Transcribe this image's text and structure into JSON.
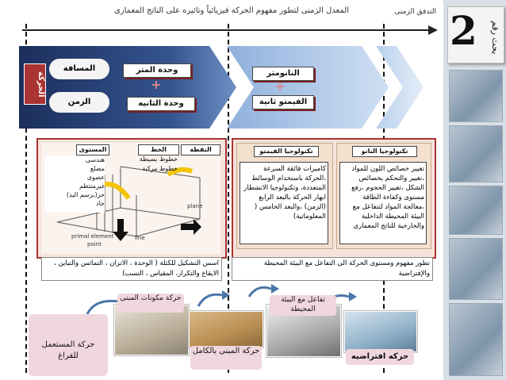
{
  "header": {
    "title": "المعدل الزمنى لتطور مفهوم الحركة فيزيائياً وتاثيره على الناتج المعمارى",
    "flow_label": "التدفق الزمنى"
  },
  "badge": {
    "number": "2",
    "label": "بحث رقم"
  },
  "motion": {
    "vertical_label": "الحركة",
    "distance": "المسافة",
    "time": "الزمن",
    "unit_meter": "وحدة المتر",
    "unit_second": "وحدة الثانيه",
    "nanometer": "النانومتر",
    "femtosecond": "الفيمتو ثانية"
  },
  "left_panel": {
    "point": "النقطة",
    "line": "الخط",
    "line_desc": "خطوط بسيطة\nخطوط مركبة",
    "level": "المستوى",
    "level_list": "هندسى\nمضلع\nعضوى\nغيرمنتظم\nحر(برسم اليد)\nحاد",
    "plane": "plane",
    "primal_element": "primal element",
    "point_en": "point",
    "line_en": "line",
    "footer": "اسس التشكيل للكتلة ( الوحدة ، الاتزان ، التماثس والتباين ، الايقاع والتكرار، المقياس ، التسب)"
  },
  "right_panel": {
    "femto_title": "تكنولوجيا الفيمتو",
    "femto_text": "كاميرات فائقة السرعة ،الحركة باستخدام الوسائط المتعددة، وتكنولوجيا الانشطار ابهار الحركة بالبعد الرابع (الزمن) ،والبعد الخامس ( المعلوماتية)",
    "nano_title": "تكنولوجيا النانو",
    "nano_text": "تغيير خصائص اللون للمواد ،تغيير والتحكم بخصائص الشكل ،تغيير الحجوم ،رفع مستوى وكفاءة الطاقة ،معالجة المواد لتتفاعل مع البيئة المحيطة الداخلية والخارجية للناتج المعمارى",
    "footer": "تطور مفهوم ومستوى الحركة الى التفاعل مع البيئة المحيطة والإفتراضية"
  },
  "bottom": {
    "user_motion": "حركة المستعمل للفراغ",
    "component_motion": "حركة مكونات المبنى",
    "building_motion": "حركة المبنى بالكامل",
    "env_interaction": "تفاعل مع البيئة المحيطة",
    "virtual_motion": "حركه افتراضيه"
  },
  "colors": {
    "accent_red": "#a33333",
    "navy": "#1f3a70",
    "sky": "#bcd3ec"
  }
}
